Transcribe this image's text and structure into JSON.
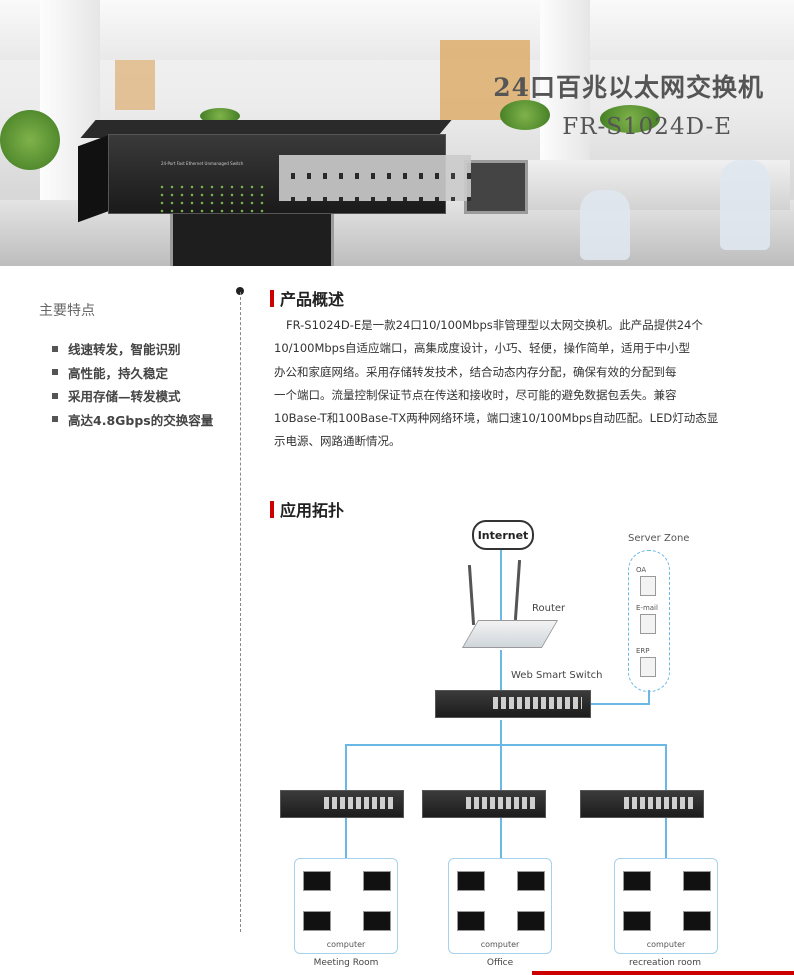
{
  "banner": {
    "title": "24口百兆以太网交换机",
    "model": "FR-S1024D-E",
    "device_label": "24-Port Fast Ethernet Unmanaged Switch"
  },
  "features": {
    "title": "主要特点",
    "items": [
      "线速转发，智能识别",
      "高性能，持久稳定",
      "采用存储—转发模式",
      "高达4.8Gbps的交换容量"
    ]
  },
  "overview": {
    "heading": "产品概述",
    "lines": [
      "FR-S1024D-E是一款24口10/100Mbps非管理型以太网交换机。此产品提供24个",
      "10/100Mbps自适应端口，高集成度设计，小巧、轻便，操作简单，适用于中小型",
      "办公和家庭网络。采用存储转发技术，结合动态内存分配，确保有效的分配到每",
      "一个端口。流量控制保证节点在传送和接收时，尽可能的避免数据包丢失。兼容",
      "10Base-T和100Base-TX两种网络环境，端口速10/100Mbps自动匹配。LED灯动态显",
      "示电源、网路通断情况。"
    ]
  },
  "topology": {
    "heading": "应用拓扑",
    "internet": "Internet",
    "router": "Router",
    "server_zone": "Server Zone",
    "servers": [
      "OA",
      "E-mail",
      "ERP"
    ],
    "web_smart_switch": "Web Smart Switch",
    "computer_label": "computer",
    "rooms": [
      "Meeting Room",
      "Office",
      "recreation room"
    ]
  },
  "colors": {
    "accent_red": "#cc0000",
    "topology_line": "#6ab8e6"
  }
}
